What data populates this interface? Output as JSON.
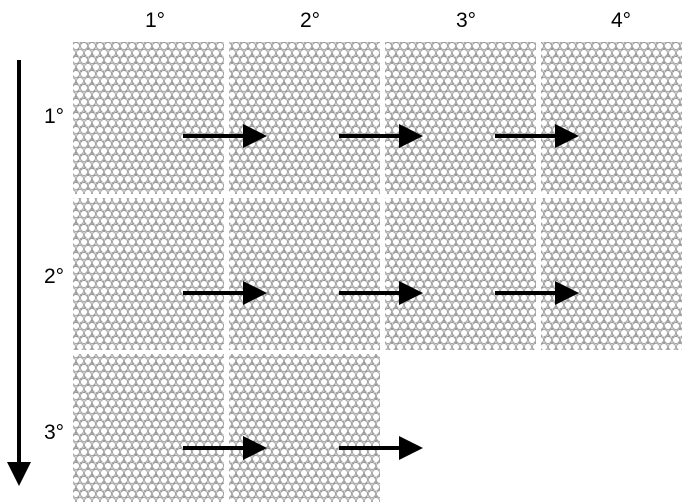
{
  "column_labels": [
    "1°",
    "2°",
    "3°",
    "4°"
  ],
  "row_labels": [
    "1°",
    "2°",
    "3°"
  ],
  "tiles_per_row": [
    4,
    4,
    2
  ],
  "horizontal_arrows_per_row": [
    3,
    3,
    2
  ],
  "vertical_arrow": true,
  "colors": {
    "tile_background": "#d2d2d2",
    "tile_dots": "#8c8c8c",
    "tile_holes": "#ffffff",
    "arrow": "#000000",
    "text": "#000000"
  }
}
